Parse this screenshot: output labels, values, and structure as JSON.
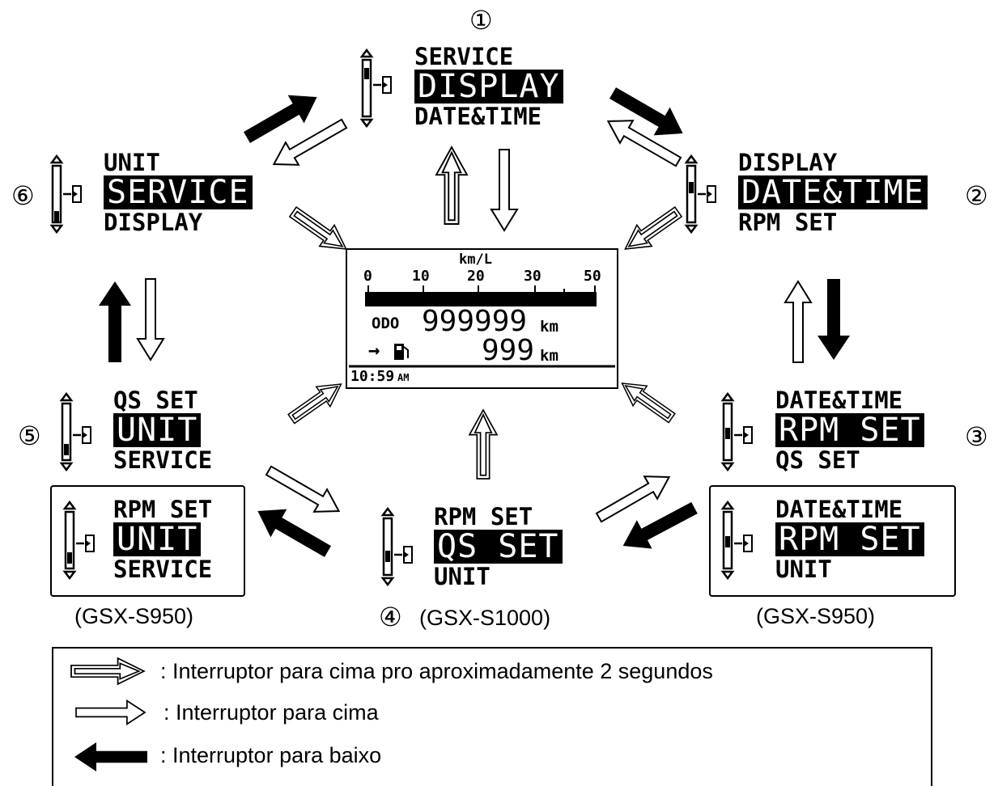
{
  "states": [
    {
      "num": "①",
      "up": "SERVICE",
      "sel": "DISPLAY",
      "down": "DATE&TIME"
    },
    {
      "num": "②",
      "up": "DISPLAY",
      "sel": "DATE&TIME",
      "down": "RPM SET"
    },
    {
      "num": "③",
      "up": "DATE&TIME",
      "sel": "RPM SET",
      "down": "QS SET"
    },
    {
      "num": "④",
      "up": "RPM SET",
      "sel": "QS SET",
      "down": "UNIT"
    },
    {
      "num": "⑤",
      "up": "QS SET",
      "sel": "UNIT",
      "down": "SERVICE"
    },
    {
      "num": "⑥",
      "up": "UNIT",
      "sel": "SERVICE",
      "down": "DISPLAY"
    }
  ],
  "variants": {
    "left": {
      "up": "RPM SET",
      "sel": "UNIT",
      "down": "SERVICE",
      "caption": "(GSX-S950)"
    },
    "right": {
      "up": "DATE&TIME",
      "sel": "RPM SET",
      "down": "UNIT",
      "caption": "(GSX-S950)"
    },
    "bottom_caption": "(GSX-S1000)"
  },
  "lcd": {
    "unit": "km/L",
    "ticks": [
      "0",
      "10",
      "20",
      "30",
      "50"
    ],
    "odo_label": "ODO",
    "odo_value": "999999",
    "odo_unit": "km",
    "range_value": "999",
    "range_unit": "km",
    "clock": "10:59",
    "ampm": "AM"
  },
  "legend": {
    "hold": ": Interruptor para cima pro aproximadamente 2 segundos",
    "up": ": Interruptor para cima",
    "down": ": Interruptor para baixo"
  }
}
